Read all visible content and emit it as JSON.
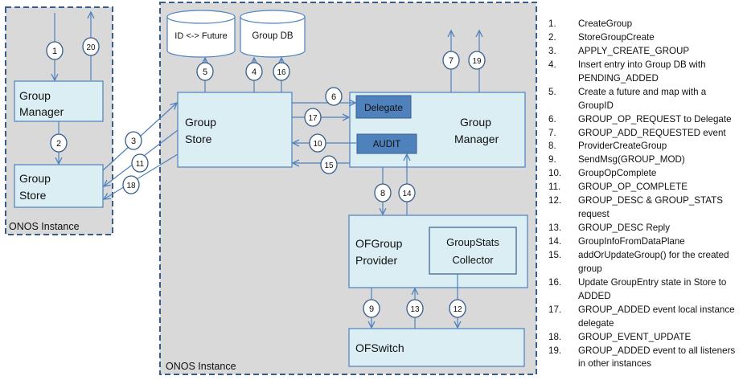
{
  "left_instance": {
    "label": "ONOS Instance",
    "group_manager_line1": "Group",
    "group_manager_line2": "Manager",
    "group_store_line1": "Group",
    "group_store_line2": "Store"
  },
  "main_instance": {
    "label": "ONOS Instance",
    "db_future": "ID <-> Future",
    "db_group": "Group DB",
    "group_store_line1": "Group",
    "group_store_line2": "Store",
    "group_manager_line1": "Group",
    "group_manager_line2": "Manager",
    "delegate": "Delegate",
    "audit": "AUDIT",
    "ofgroup_provider_line1": "OFGroup",
    "ofgroup_provider_line2": "Provider",
    "groupstats_line1": "GroupStats",
    "groupstats_line2": "Collector",
    "ofswitch": "OFSwitch"
  },
  "step_markers": [
    "1",
    "2",
    "3",
    "4",
    "5",
    "6",
    "7",
    "8",
    "9",
    "10",
    "11",
    "12",
    "13",
    "14",
    "15",
    "16",
    "17",
    "18",
    "19",
    "20"
  ],
  "legend": [
    {
      "num": "1.",
      "text": "CreateGroup"
    },
    {
      "num": "2.",
      "text": "StoreGroupCreate"
    },
    {
      "num": "3.",
      "text": "APPLY_CREATE_GROUP"
    },
    {
      "num": "4.",
      "text": "Insert entry into Group DB with PENDING_ADDED"
    },
    {
      "num": "5.",
      "text": "Create a future and map with a GroupID"
    },
    {
      "num": "6.",
      "text": "GROUP_OP_REQUEST to Delegate"
    },
    {
      "num": "7.",
      "text": "GROUP_ADD_REQUESTED event"
    },
    {
      "num": "8.",
      "text": "ProviderCreateGroup"
    },
    {
      "num": "9.",
      "text": "SendMsg(GROUP_MOD)"
    },
    {
      "num": "10.",
      "text": "GroupOpComplete"
    },
    {
      "num": "11.",
      "text": "GROUP_OP_COMPLETE"
    },
    {
      "num": "12.",
      "text": "GROUP_DESC & GROUP_STATS request"
    },
    {
      "num": "13.",
      "text": "GROUP_DESC Reply"
    },
    {
      "num": "14.",
      "text": "GroupInfoFromDataPlane"
    },
    {
      "num": "15.",
      "text": "addOrUpdateGroup() for the created group"
    },
    {
      "num": "16.",
      "text": "Update GroupEntry state in Store to ADDED"
    },
    {
      "num": "17.",
      "text": "GROUP_ADDED event local instance delegate"
    },
    {
      "num": "18.",
      "text": "GROUP_EVENT_UPDATE"
    },
    {
      "num": "19.",
      "text": "GROUP_ADDED event to all listeners in other instances"
    }
  ],
  "colors": {
    "instance_bg": "#d9d9d9",
    "instance_border": "#385d8a",
    "box_fill": "#dbeef4",
    "box_border": "#4f81bd",
    "dark_box_fill": "#4f81bd",
    "arrow": "#4f81bd"
  }
}
